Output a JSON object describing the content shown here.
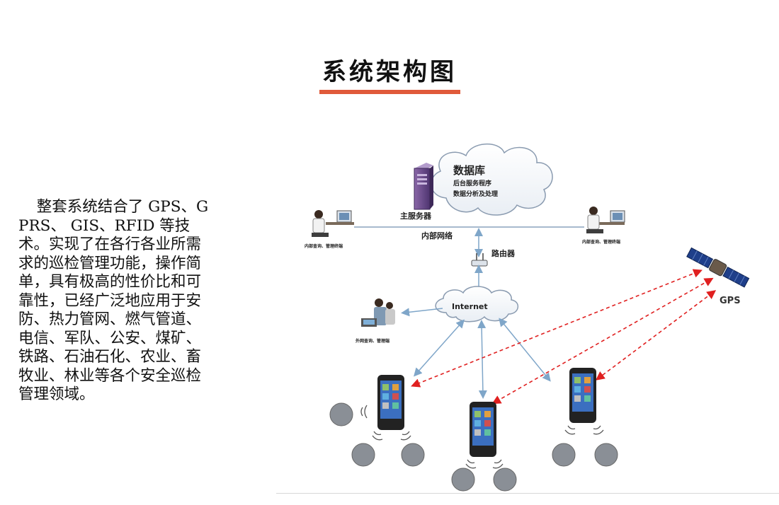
{
  "title": "系统架构图",
  "description": "整套系统结合了 GPS、GPRS、 GIS、RFID 等技术。实现了在各行各业所需求的巡检管理功能，操作简单，具有极高的性价比和可靠性，已经广泛地应用于安防、热力管网、燃气管道、电信、军队、公安、煤矿、铁路、石油石化、农业、畜牧业、林业等各个安全巡检管理领域。",
  "diagram": {
    "cloud_db_title": "数据库",
    "cloud_db_line1": "后台服务程序",
    "cloud_db_line2": "数据分析及处理",
    "main_server": "主服务器",
    "internal_network": "内部网络",
    "router": "路由器",
    "internet": "Internet",
    "gps": "GPS",
    "terminal_left": "内部查询、管理终端",
    "terminal_right": "内部查询、管理终端",
    "external_terminal": "外网查询、管理端"
  },
  "colors": {
    "accent": "#e05a3a",
    "link_blue": "#7fa6c9",
    "gps_red": "#e02020"
  }
}
